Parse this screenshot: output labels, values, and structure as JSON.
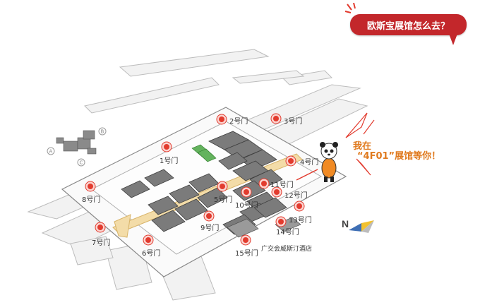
{
  "callout": {
    "text": "欧斯宝展馆怎么去？"
  },
  "gates": [
    {
      "label": "2号门"
    },
    {
      "label": "3号门"
    },
    {
      "label": "1号门"
    },
    {
      "label": "4号门"
    },
    {
      "label": "8号门"
    },
    {
      "label": "5号门"
    },
    {
      "label": "11号门"
    },
    {
      "label": "12号门"
    },
    {
      "label": "10号门"
    },
    {
      "label": "9号门"
    },
    {
      "label": "13号门"
    },
    {
      "label": "14号门"
    },
    {
      "label": "7号门"
    },
    {
      "label": "6号门"
    },
    {
      "label": "15号门"
    }
  ],
  "hotel": {
    "label": "广交会威斯汀酒店"
  },
  "booth_note": {
    "line1": "我在",
    "line2": "“4F01”展馆等你！"
  },
  "compass": {
    "letter": "N"
  },
  "colors": {
    "callout": "#c3272b",
    "gate_marker": "#e23b2e",
    "note_text": "#e07a1e",
    "hall": "#7b7b7b"
  }
}
